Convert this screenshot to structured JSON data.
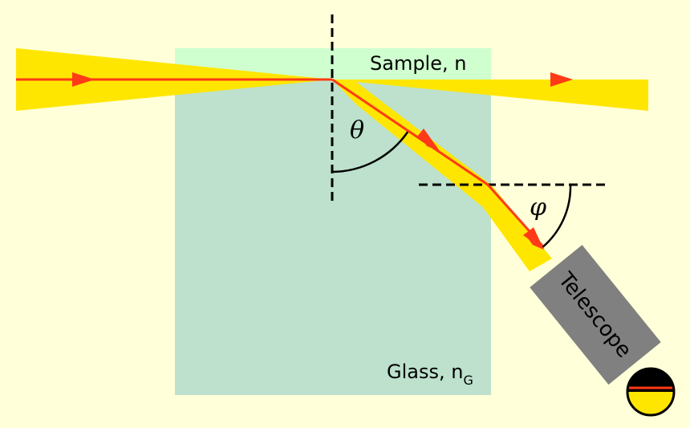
{
  "colors": {
    "background": "#ffffd9",
    "glass": "#bde1cc",
    "sample": "#cfffcf",
    "beam_yellow": "#ffe600",
    "ray_red": "#ff3a16",
    "telescope": "#808080",
    "eye_dark": "#000000",
    "eye_light": "#ffe600"
  },
  "labels": {
    "sample": "Sample, n",
    "glass": "Glass, n",
    "glass_subscript": "G",
    "theta": "θ",
    "phi": "φ",
    "telescope": "Telescope"
  }
}
